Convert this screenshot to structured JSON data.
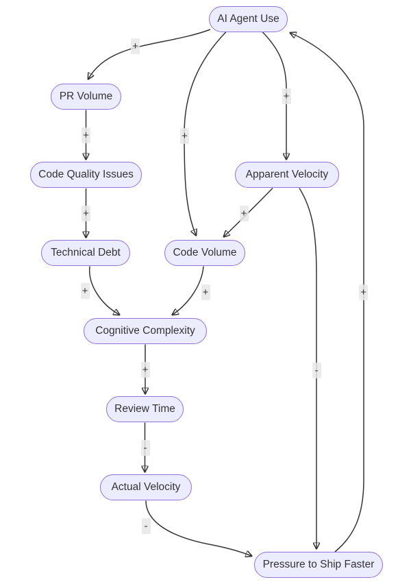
{
  "diagram": {
    "type": "flowchart",
    "direction": "top-down",
    "colors": {
      "node_fill": "#ECECFF",
      "node_border": "#9370DB",
      "text": "#333333",
      "edge": "#333333",
      "edge_label_bg": "#E8E8E8",
      "background": "#FFFFFF"
    },
    "nodes": [
      {
        "id": "ai_agent_use",
        "label": "AI Agent Use"
      },
      {
        "id": "pr_volume",
        "label": "PR Volume"
      },
      {
        "id": "code_quality_issues",
        "label": "Code Quality Issues"
      },
      {
        "id": "apparent_velocity",
        "label": "Apparent Velocity"
      },
      {
        "id": "technical_debt",
        "label": "Technical Debt"
      },
      {
        "id": "code_volume",
        "label": "Code Volume"
      },
      {
        "id": "cognitive_complexity",
        "label": "Cognitive Complexity"
      },
      {
        "id": "review_time",
        "label": "Review Time"
      },
      {
        "id": "actual_velocity",
        "label": "Actual Velocity"
      },
      {
        "id": "pressure_to_ship_faster",
        "label": "Pressure to Ship Faster"
      }
    ],
    "edges": [
      {
        "from": "ai_agent_use",
        "to": "pr_volume",
        "sign": "+"
      },
      {
        "from": "pr_volume",
        "to": "code_quality_issues",
        "sign": "+"
      },
      {
        "from": "code_quality_issues",
        "to": "technical_debt",
        "sign": "+"
      },
      {
        "from": "technical_debt",
        "to": "cognitive_complexity",
        "sign": "+"
      },
      {
        "from": "ai_agent_use",
        "to": "apparent_velocity",
        "sign": "+"
      },
      {
        "from": "ai_agent_use",
        "to": "code_volume",
        "sign": "+"
      },
      {
        "from": "apparent_velocity",
        "to": "code_volume",
        "sign": "+"
      },
      {
        "from": "code_volume",
        "to": "cognitive_complexity",
        "sign": "+"
      },
      {
        "from": "cognitive_complexity",
        "to": "review_time",
        "sign": "+"
      },
      {
        "from": "review_time",
        "to": "actual_velocity",
        "sign": "-"
      },
      {
        "from": "actual_velocity",
        "to": "pressure_to_ship_faster",
        "sign": "-"
      },
      {
        "from": "apparent_velocity",
        "to": "pressure_to_ship_faster",
        "sign": "-"
      },
      {
        "from": "pressure_to_ship_faster",
        "to": "ai_agent_use",
        "sign": "+"
      }
    ]
  }
}
